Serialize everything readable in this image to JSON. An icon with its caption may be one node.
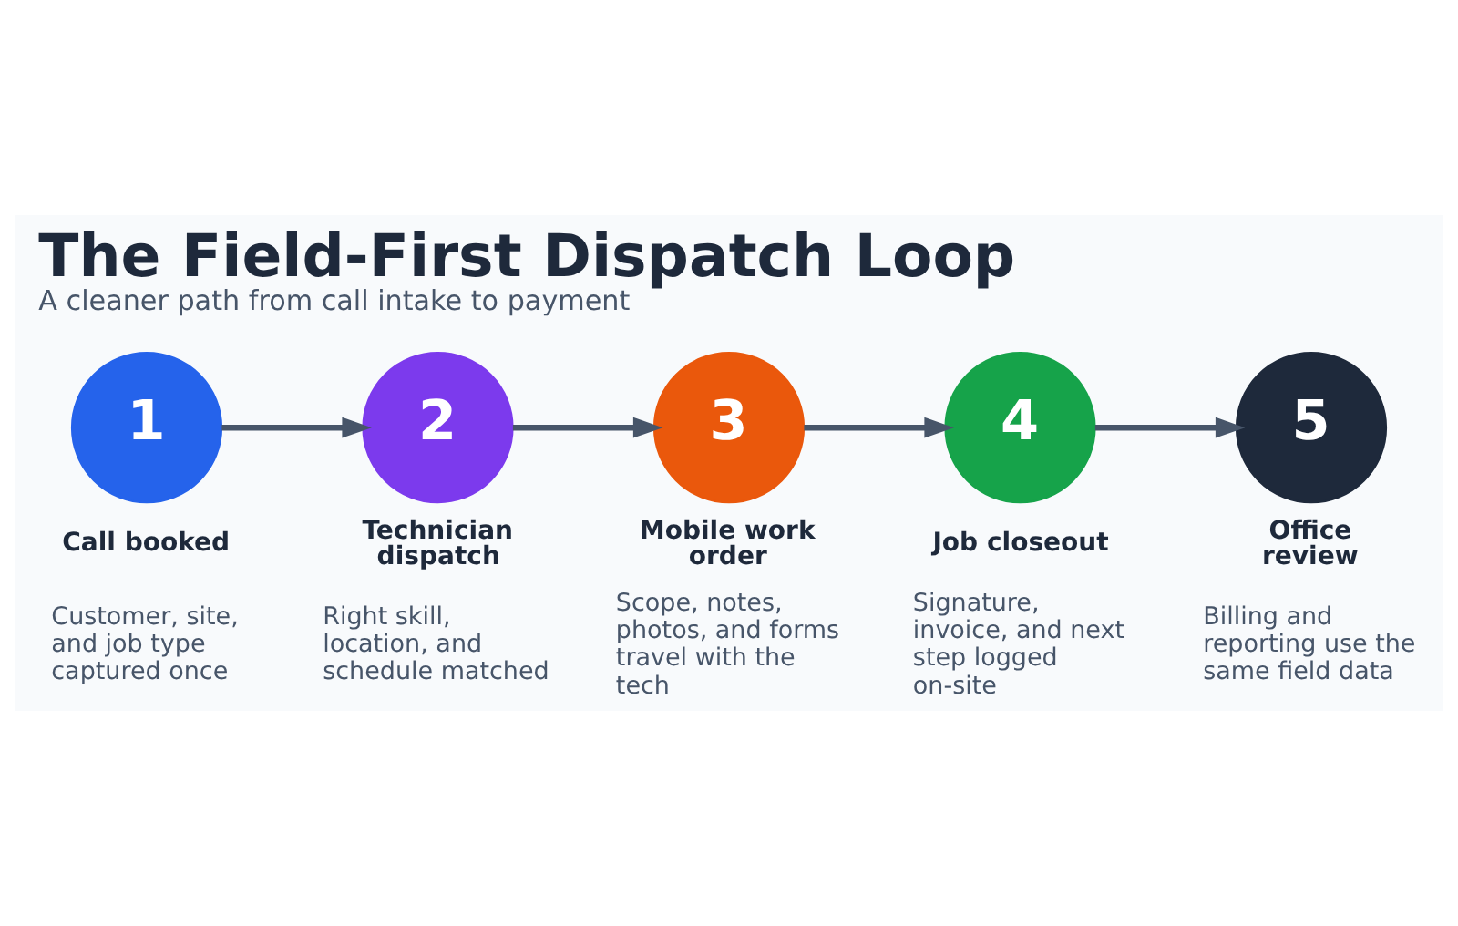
{
  "diagram": {
    "title": "The Field-First Dispatch Loop",
    "caption": "A cleaner path from call intake to payment",
    "nodes": [
      {
        "text": [
          "1"
        ],
        "beside": [
          "Call booked",
          "Customer, site, and job type captured once"
        ]
      },
      {
        "text": [
          "2"
        ],
        "beside": [
          "Technician dispatch",
          "Right skill, location, and schedule matched"
        ]
      },
      {
        "text": [
          "3"
        ],
        "beside": [
          "Mobile work order",
          "Scope, notes, photos, and forms travel with the tech"
        ]
      },
      {
        "text": [
          "4"
        ],
        "beside": [
          "Job closeout",
          "Signature, invoice, and next step logged on-site"
        ]
      },
      {
        "text": [
          "5"
        ],
        "beside": [
          "Office review",
          "Billing and reporting use the same field data"
        ]
      }
    ],
    "edges": [
      {
        "from": 0,
        "to": 1,
        "arrow": "to"
      },
      {
        "from": 1,
        "to": 2,
        "arrow": "to"
      },
      {
        "from": 2,
        "to": 3,
        "arrow": "to"
      },
      {
        "from": 3,
        "to": 4,
        "arrow": "to"
      }
    ]
  }
}
